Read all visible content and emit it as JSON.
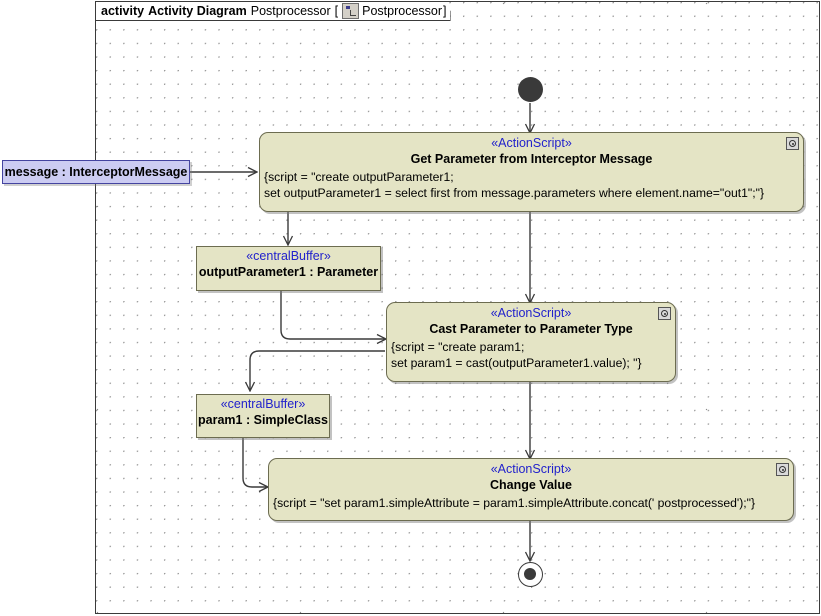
{
  "frame": {
    "keyword": "activity",
    "diagram_type": "Activity Diagram",
    "diagram_name": "Postprocessor",
    "bracket_open": "[",
    "bracket_close": "]",
    "context_name": "Postprocessor",
    "context_icon": "activity-node-icon"
  },
  "nodes": {
    "initial": {
      "name": "initial-node"
    },
    "final": {
      "name": "activity-final-node"
    },
    "message_pin": {
      "label": "message : InterceptorMessage"
    },
    "action1": {
      "stereotype": "«ActionScript»",
      "title": "Get Parameter from Interceptor Message",
      "script_line1": "{script = \"create outputParameter1;",
      "script_line2": "set outputParameter1 = select first from message.parameters where element.name=\"out1\";\"}",
      "corner_icon": "action-script-icon"
    },
    "buffer1": {
      "stereotype": "«centralBuffer»",
      "title": "outputParameter1 : Parameter"
    },
    "action2": {
      "stereotype": "«ActionScript»",
      "title": "Cast Parameter to Parameter Type",
      "script_line1": "{script = \"create param1;",
      "script_line2": "set param1 = cast(outputParameter1.value); \"}",
      "corner_icon": "action-script-icon"
    },
    "buffer2": {
      "stereotype": "«centralBuffer»",
      "title": "param1 : SimpleClass"
    },
    "action3": {
      "stereotype": "«ActionScript»",
      "title": "Change Value",
      "script_line1": "{script = \"set param1.simpleAttribute = param1.simpleAttribute.concat(' postprocessed');\"}",
      "corner_icon": "action-script-icon"
    }
  },
  "colors": {
    "action_fill": "#e4e4c5",
    "action_border": "#6c6c50",
    "pin_fill": "#ccccf2",
    "pin_border": "#4444a0",
    "stereotype_text": "#2222cc",
    "edge": "#3a3a3a",
    "frame_border": "#3a3a3a"
  }
}
